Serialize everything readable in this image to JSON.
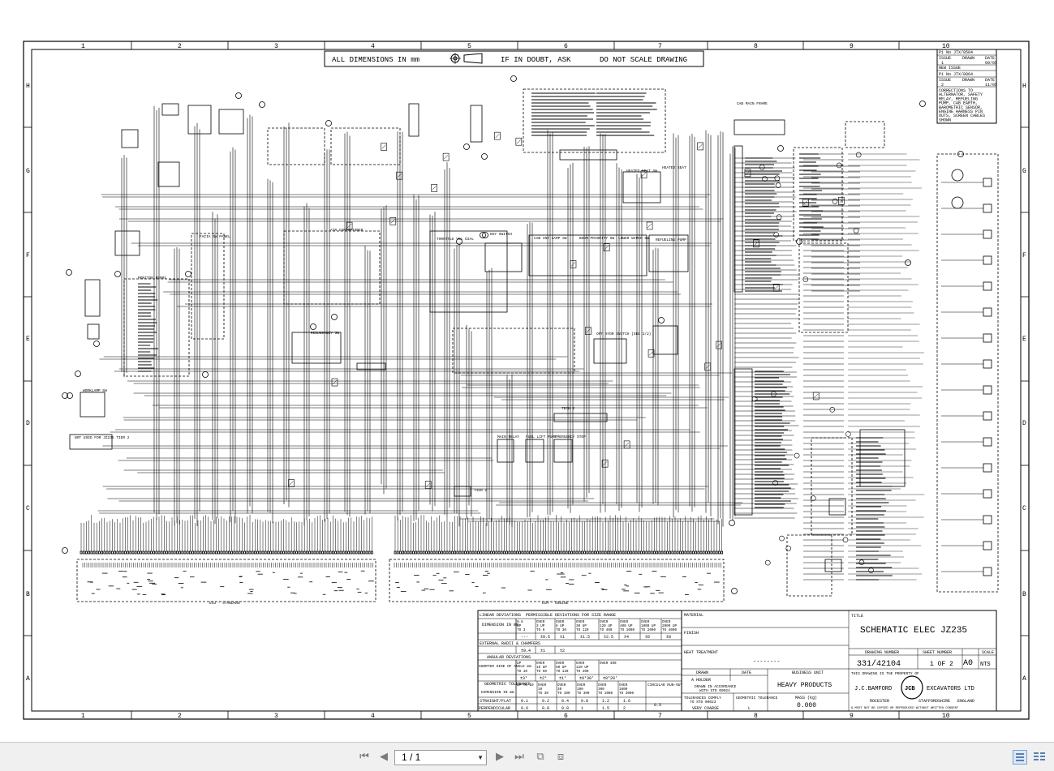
{
  "border": {
    "columns": [
      "1",
      "2",
      "3",
      "4",
      "5",
      "6",
      "7",
      "8",
      "9",
      "10"
    ],
    "rows": [
      "H",
      "G",
      "F",
      "E",
      "D",
      "C",
      "B",
      "A"
    ]
  },
  "notes": {
    "dims": "ALL DIMENSIONS IN mm",
    "doubt": "IF IN DOUBT, ASK",
    "noscale": "DO NOT SCALE DRAWING"
  },
  "revision": {
    "r1": "P1 No  JTX/0504",
    "r1_issue": "1",
    "r1_date": "09/05",
    "r2": "P1 No  JTX/0864",
    "r2_issue": "2",
    "r2_date": "11/05",
    "col_issue": "ISSUE",
    "col_drawn": "DRAWN",
    "col_date": "DATE",
    "new_issue": "NEW ISSUE",
    "corrections": [
      "CORRECTIONS TO",
      "ALTERNATOR, SAFETY",
      "RELAY, REFUELING",
      "PUMP, CAB EARTH,",
      "BAROMETRIC SENSOR,",
      "ENGINE HARNESS PIN",
      "OUTS, SCREEN CABLES",
      "SHOWN"
    ]
  },
  "labels": {
    "cab_main_frame": "CAB   MAIN FRAME",
    "facia_sw_panel": "FACIA SW PANEL",
    "monitor": "MONITOR HSM01",
    "air_con": "AIR CONDITIONER",
    "redundancy": "REDUNDANCY SW",
    "throttle": "THROTTLE VOL DIAL",
    "key_switch": "KEY SWITCH",
    "cab_int_lamp": "CAB INT LAMP SW",
    "boom_priority": "BOOM PRIORITY SW",
    "lower_wiper": "LOWER WIPER SW",
    "refueling_pump": "REFUELING PUMP",
    "heated_seat": "HEATED SEAT SW",
    "heated_seat2": "HEATED SEAT",
    "opt_hydr": "OPT HYDR SWITCH (SEE 2/2)",
    "tech2": "TECH 2",
    "main_relay": "MAIN RELAY",
    "fuel_lift": "FUEL LIFT PUMP",
    "emergency": "EMERGENCY STOP",
    "tier2": "TIER 2",
    "not_used": "NOT USED FOR JZ235 TIER 2",
    "ecu_standard": "ECU - STANDARD",
    "ecm_engine": "ECM - ENGINE",
    "worklamp": "WORKLAMP SW"
  },
  "tolerance": {
    "linear_title": "LINEAR DEVIATIONS",
    "permissible": "PERMISSIBLE DEVIATIONS FOR SIZE RANGE",
    "dimension": "DIMENSION IN mm",
    "ranges": [
      "0.5 UP TO 3",
      "OVER 3 UP TO 6",
      "OVER 6 UP TO 30",
      "OVER 30 UP TO 120",
      "OVER 120 UP TO 400",
      "OVER 400 UP TO 1000",
      "OVER 1000 UP TO 2000",
      "OVER 2000 UP TO 4000"
    ],
    "linear_vals": [
      "---",
      "±0.5",
      "±1",
      "±1.5",
      "±2.5",
      "±4",
      "±6",
      "±8"
    ],
    "radii": "EXTERNAL RADII & CHAMFERS",
    "radii_vals": [
      "±0.4",
      "±1",
      "±2"
    ],
    "angular": "ANGULAR DEVIATIONS",
    "shorter_side": "SHORTER SIDE OF ANGLE mm",
    "ang_ranges": [
      "UP TO 10",
      "OVER 10 UP TO 50",
      "OVER 50 UP TO 120",
      "OVER 120 UP TO 400",
      "OVER 400"
    ],
    "ang_vals": [
      "±3°",
      "±2°",
      "±1°",
      "±0°30'",
      "±0°20'"
    ],
    "geometric": "GEOMETRIC TOLERANCE",
    "geo_dim": "DIMENSION IN mm",
    "geo_ranges": [
      "UP TO 10",
      "OVER 10 TO 30",
      "OVER 30 TO 100",
      "OVER 100 TO 300",
      "OVER 300 TO 1000",
      "OVER 1000 TO 3000"
    ],
    "circular": "CIRCULAR RUN-OUT",
    "straight": "STRAIGHT/FLAT",
    "straight_vals": [
      "0.1",
      "0.2",
      "0.4",
      "0.8",
      "1.2",
      "1.6"
    ],
    "perp": "PERPENDICULAR",
    "perp_vals": [
      "0.6",
      "0.8",
      "0.8",
      "1",
      "1.5",
      "2"
    ],
    "runout": "0.5"
  },
  "titleblock": {
    "material": "MATERIAL",
    "finish": "FINISH",
    "heat": "HEAT TREATMENT",
    "heat_val": "--------",
    "drawn": "DRAWN",
    "drawn_val": "A HOLDER",
    "date": "DATE",
    "std_note1": "DRAWN IN ACCORDANCE",
    "std_note2": "WITH STD 00024",
    "tol_comply1": "TOLERANCES COMPLY",
    "tol_comply2": "TO STD 00023",
    "very_coarse": "VERY COARSE",
    "geo_tol": "GEOMETRIC TOLERANCE",
    "geo_tol_val": "L",
    "business_unit": "BUSINESS UNIT",
    "business_val": "HEAVY PRODUCTS",
    "mass": "MASS (kg)",
    "mass_val": "0.000",
    "title_label": "TITLE",
    "title": "SCHEMATIC ELEC  JZ235",
    "drawing_number_label": "DRAWING NUMBER",
    "drawing_number": "331/42104",
    "size": "A0",
    "sheet_label": "SHEET NUMBER",
    "sheet": "1 OF 2",
    "scale_label": "SCALE",
    "scale": "NTS",
    "property": "THIS DRAWING IS THE PROPERTY OF",
    "company": "J.C.BAMFORD",
    "company2": "EXCAVATORS LTD",
    "logo": "JCB",
    "rocester": "ROCESTER",
    "staffs": "STAFFORDSHIRE",
    "england": "ENGLAND",
    "copy_note": "& MUST NOT BE COPIED OR REPRODUCED WITHOUT WRITTEN CONSENT"
  },
  "viewer": {
    "page": "1 / 1"
  }
}
